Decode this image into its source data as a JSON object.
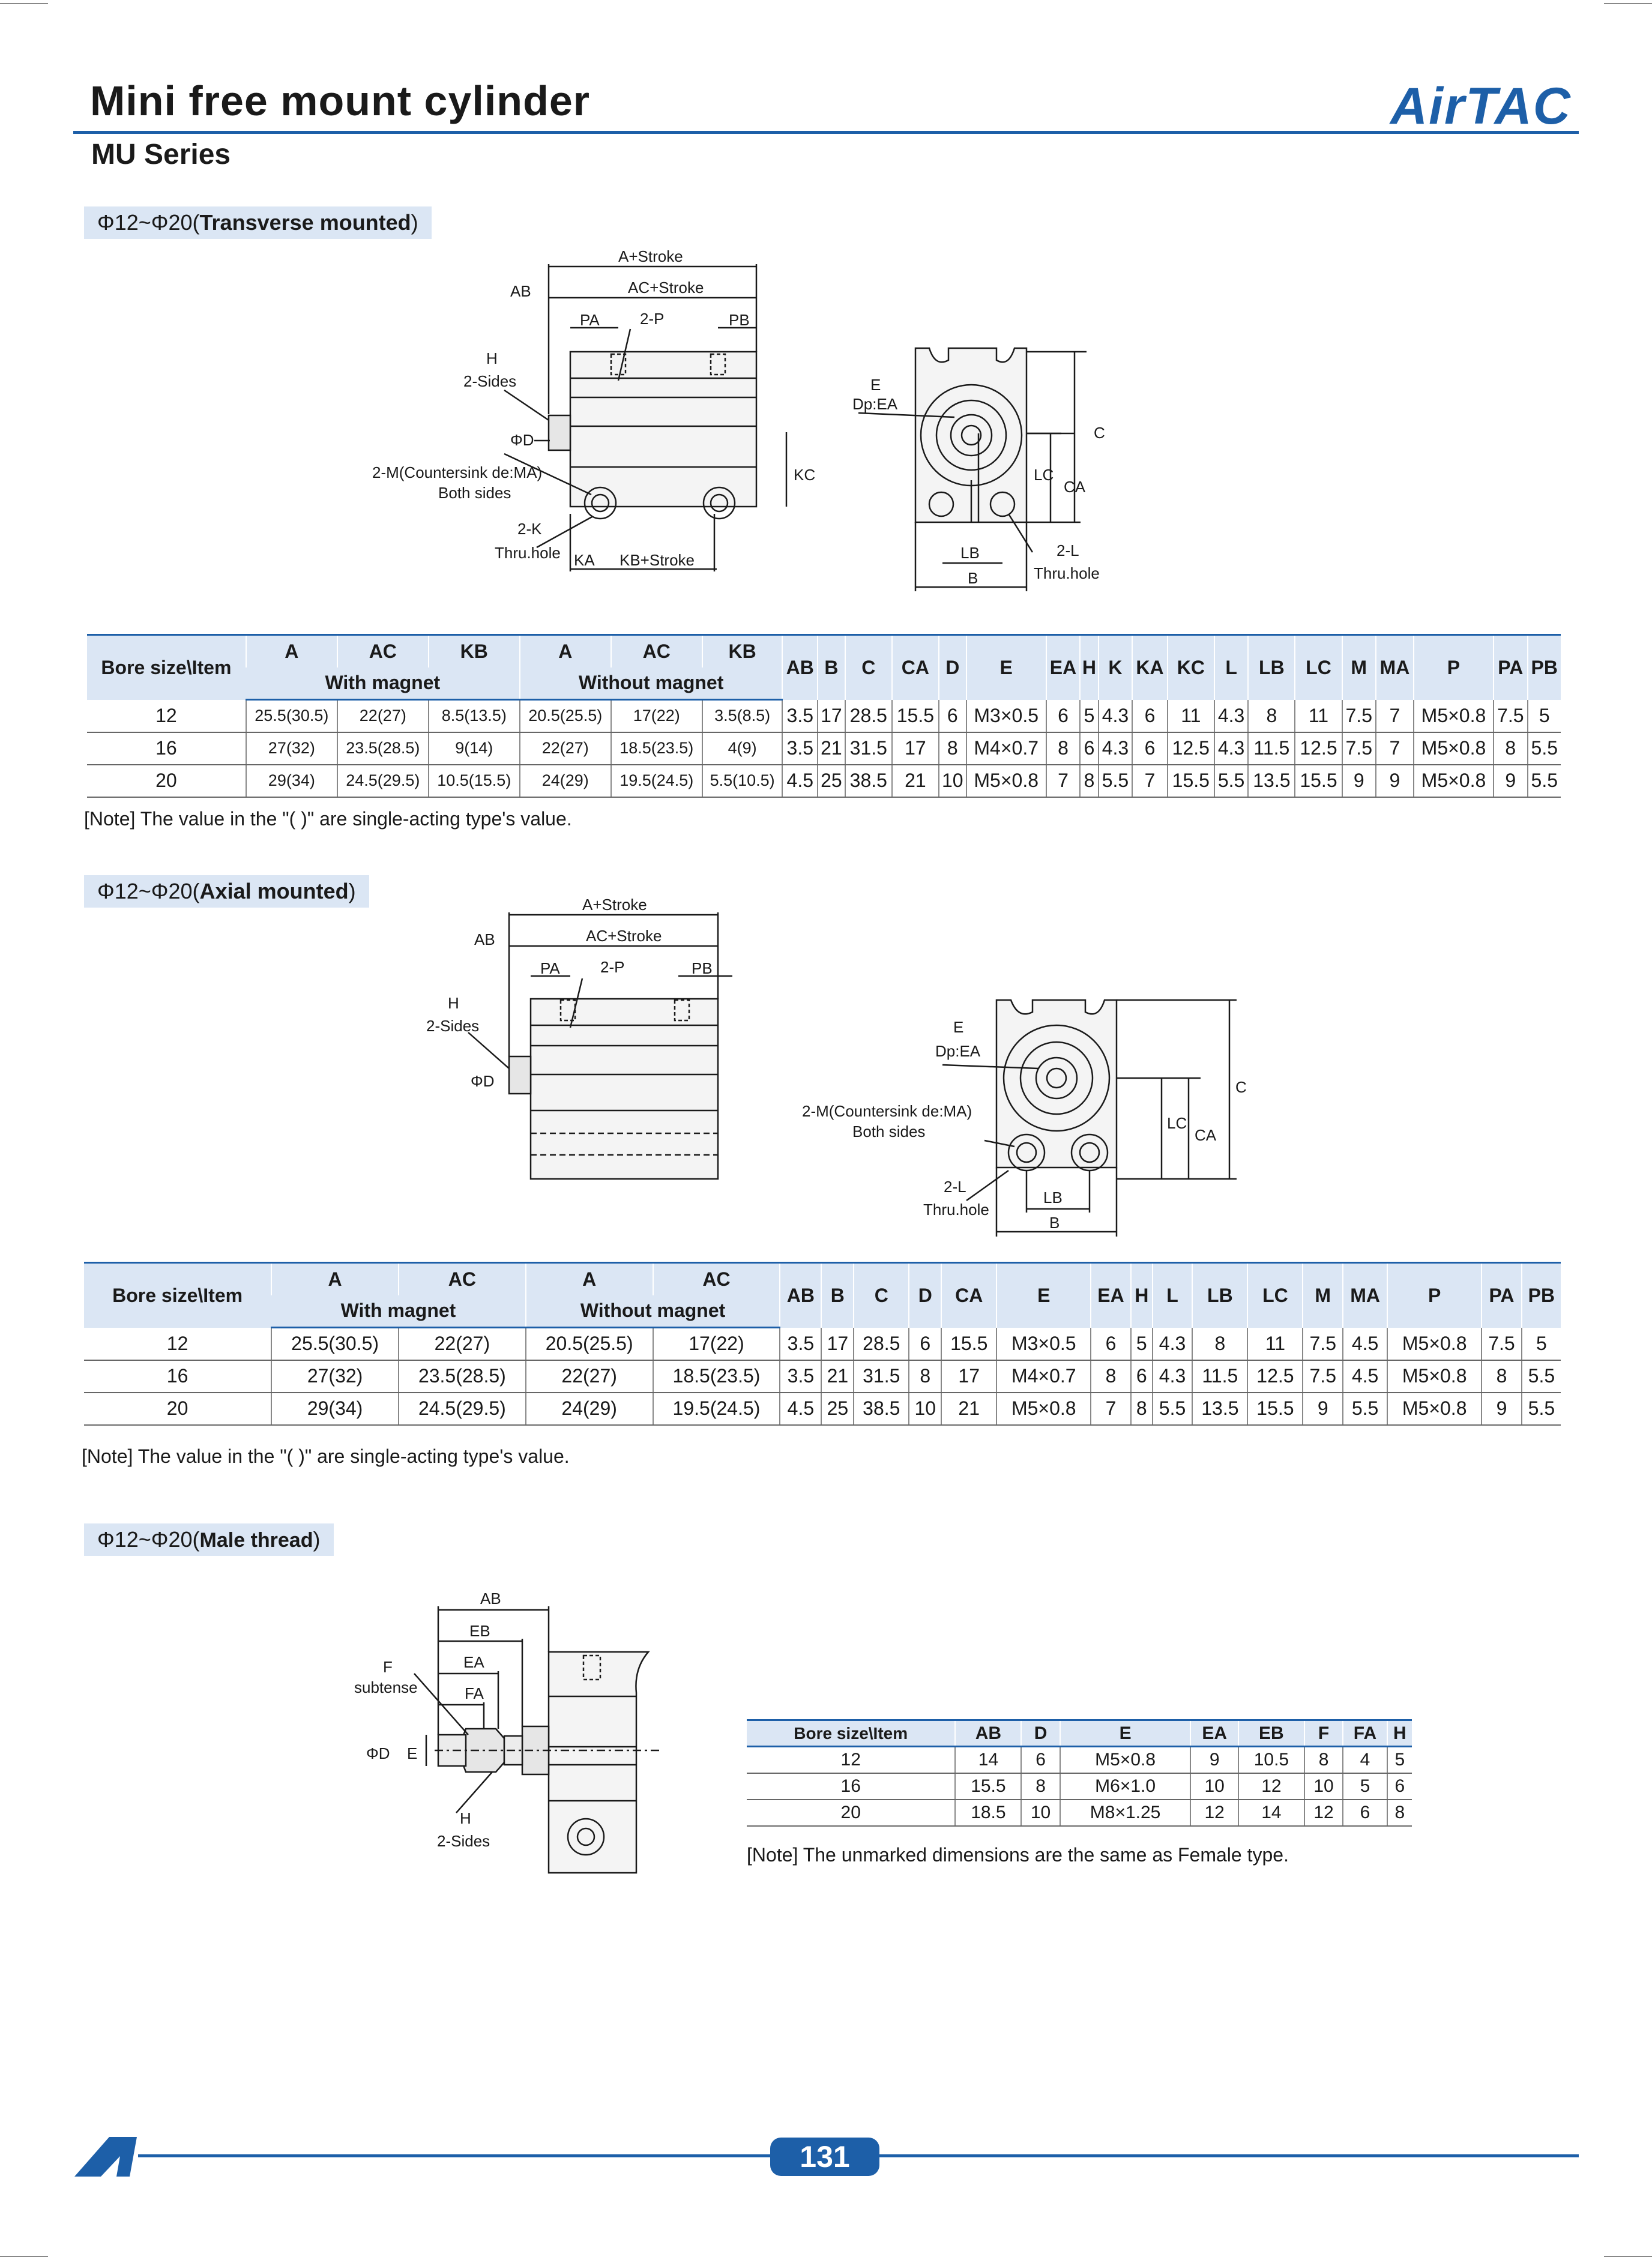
{
  "header": {
    "title": "Mini free mount cylinder",
    "subtitle": "MU Series",
    "brand": "AirTAC",
    "accent_color": "#1d5fa8",
    "header_fill": "#dbe6f4"
  },
  "section1": {
    "range": "Φ12~Φ20(",
    "name": "Transverse mounted",
    "close": ")",
    "diagram_labels": {
      "a_stroke": "A+Stroke",
      "ab": "AB",
      "ac_stroke": "AC+Stroke",
      "pa": "PA",
      "two_p": "2-P",
      "pb": "PB",
      "h": "H",
      "two_sides": "2-Sides",
      "phi_d": "ΦD",
      "two_m": "2-M(Countersink de:MA)",
      "both_sides": "Both sides",
      "kc": "KC",
      "two_k": "2-K",
      "thru_hole": "Thru.hole",
      "ka": "KA",
      "kb_stroke": "KB+Stroke",
      "e": "E",
      "dp_ea": "Dp:EA",
      "c": "C",
      "ca": "CA",
      "lc": "LC",
      "two_l": "2-L",
      "thru_hole2": "Thru.hole",
      "lb": "LB",
      "b": "B"
    },
    "table": {
      "bore_header": "Bore size\\Item",
      "group_with": "With magnet",
      "group_without": "Without magnet",
      "group_cols": [
        "A",
        "AC",
        "KB",
        "A",
        "AC",
        "KB"
      ],
      "cols": [
        "AB",
        "B",
        "C",
        "CA",
        "D",
        "E",
        "EA",
        "H",
        "K",
        "KA",
        "KC",
        "L",
        "LB",
        "LC",
        "M",
        "MA",
        "P",
        "PA",
        "PB"
      ],
      "rows": [
        [
          "12",
          "25.5(30.5)",
          "22(27)",
          "8.5(13.5)",
          "20.5(25.5)",
          "17(22)",
          "3.5(8.5)",
          "3.5",
          "17",
          "28.5",
          "15.5",
          "6",
          "M3×0.5",
          "6",
          "5",
          "4.3",
          "6",
          "11",
          "4.3",
          "8",
          "11",
          "7.5",
          "7",
          "M5×0.8",
          "7.5",
          "5"
        ],
        [
          "16",
          "27(32)",
          "23.5(28.5)",
          "9(14)",
          "22(27)",
          "18.5(23.5)",
          "4(9)",
          "3.5",
          "21",
          "31.5",
          "17",
          "8",
          "M4×0.7",
          "8",
          "6",
          "4.3",
          "6",
          "12.5",
          "4.3",
          "11.5",
          "12.5",
          "7.5",
          "7",
          "M5×0.8",
          "8",
          "5.5"
        ],
        [
          "20",
          "29(34)",
          "24.5(29.5)",
          "10.5(15.5)",
          "24(29)",
          "19.5(24.5)",
          "5.5(10.5)",
          "4.5",
          "25",
          "38.5",
          "21",
          "10",
          "M5×0.8",
          "7",
          "8",
          "5.5",
          "7",
          "15.5",
          "5.5",
          "13.5",
          "15.5",
          "9",
          "9",
          "M5×0.8",
          "9",
          "5.5"
        ]
      ]
    },
    "note": "[Note] The value in the \"( )\" are single-acting type's value."
  },
  "section2": {
    "range": "Φ12~Φ20(",
    "name": "Axial mounted",
    "close": ")",
    "diagram_labels": {
      "a_stroke": "A+Stroke",
      "ab": "AB",
      "ac_stroke": "AC+Stroke",
      "pa": "PA",
      "two_p": "2-P",
      "pb": "PB",
      "h": "H",
      "two_sides": "2-Sides",
      "phi_d": "ΦD",
      "e": "E",
      "dp_ea": "Dp:EA",
      "two_m": "2-M(Countersink de:MA)",
      "both_sides": "Both sides",
      "lc": "LC",
      "ca": "CA",
      "c": "C",
      "two_l": "2-L",
      "thru_hole": "Thru.hole",
      "lb": "LB",
      "b": "B"
    },
    "table": {
      "bore_header": "Bore size\\Item",
      "group_with": "With magnet",
      "group_without": "Without magnet",
      "group_cols": [
        "A",
        "AC",
        "A",
        "AC"
      ],
      "cols": [
        "AB",
        "B",
        "C",
        "D",
        "CA",
        "E",
        "EA",
        "H",
        "L",
        "LB",
        "LC",
        "M",
        "MA",
        "P",
        "PA",
        "PB"
      ],
      "rows": [
        [
          "12",
          "25.5(30.5)",
          "22(27)",
          "20.5(25.5)",
          "17(22)",
          "3.5",
          "17",
          "28.5",
          "6",
          "15.5",
          "M3×0.5",
          "6",
          "5",
          "4.3",
          "8",
          "11",
          "7.5",
          "4.5",
          "M5×0.8",
          "7.5",
          "5"
        ],
        [
          "16",
          "27(32)",
          "23.5(28.5)",
          "22(27)",
          "18.5(23.5)",
          "3.5",
          "21",
          "31.5",
          "8",
          "17",
          "M4×0.7",
          "8",
          "6",
          "4.3",
          "11.5",
          "12.5",
          "7.5",
          "4.5",
          "M5×0.8",
          "8",
          "5.5"
        ],
        [
          "20",
          "29(34)",
          "24.5(29.5)",
          "24(29)",
          "19.5(24.5)",
          "4.5",
          "25",
          "38.5",
          "10",
          "21",
          "M5×0.8",
          "7",
          "8",
          "5.5",
          "13.5",
          "15.5",
          "9",
          "5.5",
          "M5×0.8",
          "9",
          "5.5"
        ]
      ]
    },
    "note": "[Note] The value in the \"( )\" are single-acting type's value."
  },
  "section3": {
    "range": "Φ12~Φ20(",
    "name": "Male thread",
    "close": ")",
    "diagram_labels": {
      "ab": "AB",
      "eb": "EB",
      "f": "F",
      "subtense": "subtense",
      "ea": "EA",
      "fa": "FA",
      "phi_d": "ΦD",
      "e": "E",
      "h": "H",
      "two_sides": "2-Sides"
    },
    "table": {
      "cols": [
        "Bore size\\Item",
        "AB",
        "D",
        "E",
        "EA",
        "EB",
        "F",
        "FA",
        "H"
      ],
      "rows": [
        [
          "12",
          "14",
          "6",
          "M5×0.8",
          "9",
          "10.5",
          "8",
          "4",
          "5"
        ],
        [
          "16",
          "15.5",
          "8",
          "M6×1.0",
          "10",
          "12",
          "10",
          "5",
          "6"
        ],
        [
          "20",
          "18.5",
          "10",
          "M8×1.25",
          "12",
          "14",
          "12",
          "6",
          "8"
        ]
      ]
    },
    "note": "[Note] The unmarked dimensions are the same as Female type."
  },
  "footer": {
    "page_number": "131"
  }
}
